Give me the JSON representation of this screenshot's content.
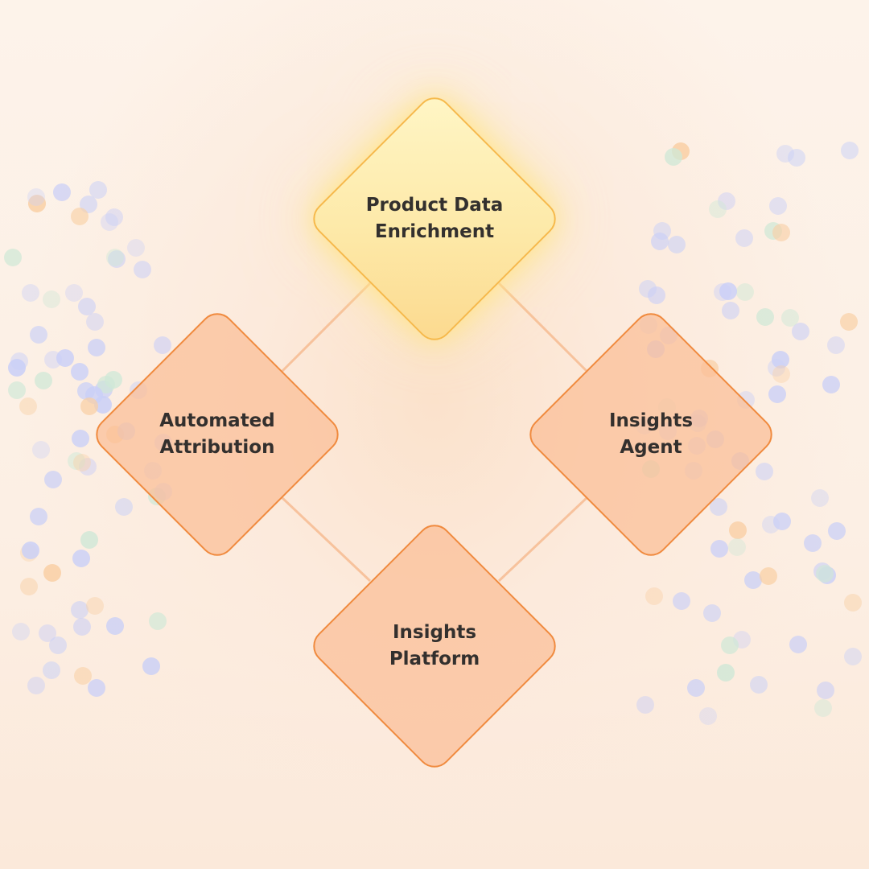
{
  "nodes": [
    {
      "id": "top",
      "label": "Product Data\nEnrichment"
    },
    {
      "id": "left",
      "label": "Automated\nAttribution"
    },
    {
      "id": "right",
      "label": "Insights\nAgent"
    },
    {
      "id": "bottom",
      "label": "Insights\nPlatform"
    }
  ],
  "colors": {
    "accent_orange": "#f08a3e",
    "accent_yellow": "#f6b94a",
    "text": "#33302e",
    "dot_blue": "#c9cff7",
    "dot_green": "#cfe8d6",
    "dot_orange": "#f9cfa4"
  }
}
